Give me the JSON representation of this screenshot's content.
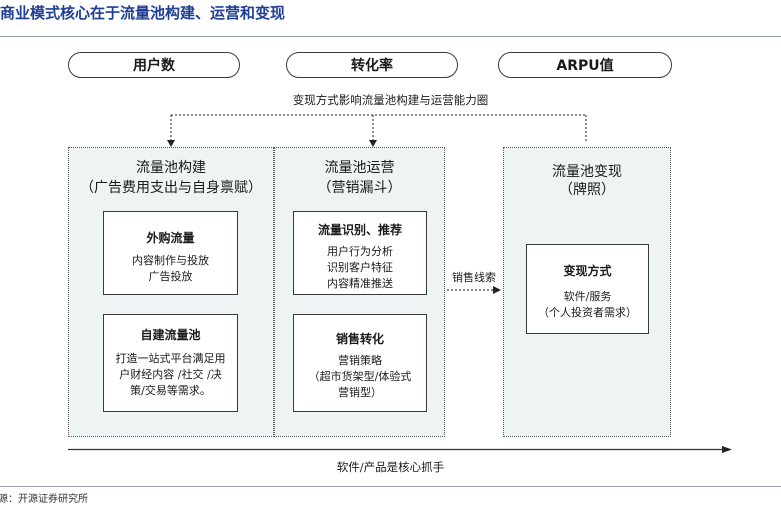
{
  "title": "商业模式核心在于流量池构建、运营和变现",
  "pills": [
    "用户数",
    "转化率",
    "ARPU值"
  ],
  "influence_label": "变现方式影响流量池构建与运营能力圈",
  "columns": [
    {
      "title": "流量池构建",
      "subtitle": "（广告费用支出与自身禀赋）",
      "boxes": [
        {
          "title": "外购流量",
          "lines": [
            "内容制作与投放",
            "广告投放"
          ]
        },
        {
          "title": "自建流量池",
          "lines": [
            "打造一站式平台满足用",
            "户财经内容 /社交 /决",
            "策/交易等需求。"
          ]
        }
      ]
    },
    {
      "title": "流量池运营",
      "subtitle": "（营销漏斗）",
      "boxes": [
        {
          "title": "流量识别、推荐",
          "lines": [
            "用户行为分析",
            "识别客户特征",
            "内容精准推送"
          ]
        },
        {
          "title": "销售转化",
          "lines": [
            "营销策略",
            "（超市货架型/体验式",
            "营销型）"
          ]
        }
      ]
    },
    {
      "title": "流量池变现",
      "subtitle": "（牌照）",
      "boxes": [
        {
          "title": "变现方式",
          "lines": [
            "软件/服务",
            "（个人投资者需求）"
          ]
        }
      ]
    }
  ],
  "sales_lead_label": "销售线索",
  "bottom_label": "软件/产品是核心抓手",
  "source_fragment": "源：开源证券研究所",
  "colors": {
    "title": "#1f3e95",
    "panel_bg": "#eef4f4",
    "line": "#3a3a3a"
  }
}
